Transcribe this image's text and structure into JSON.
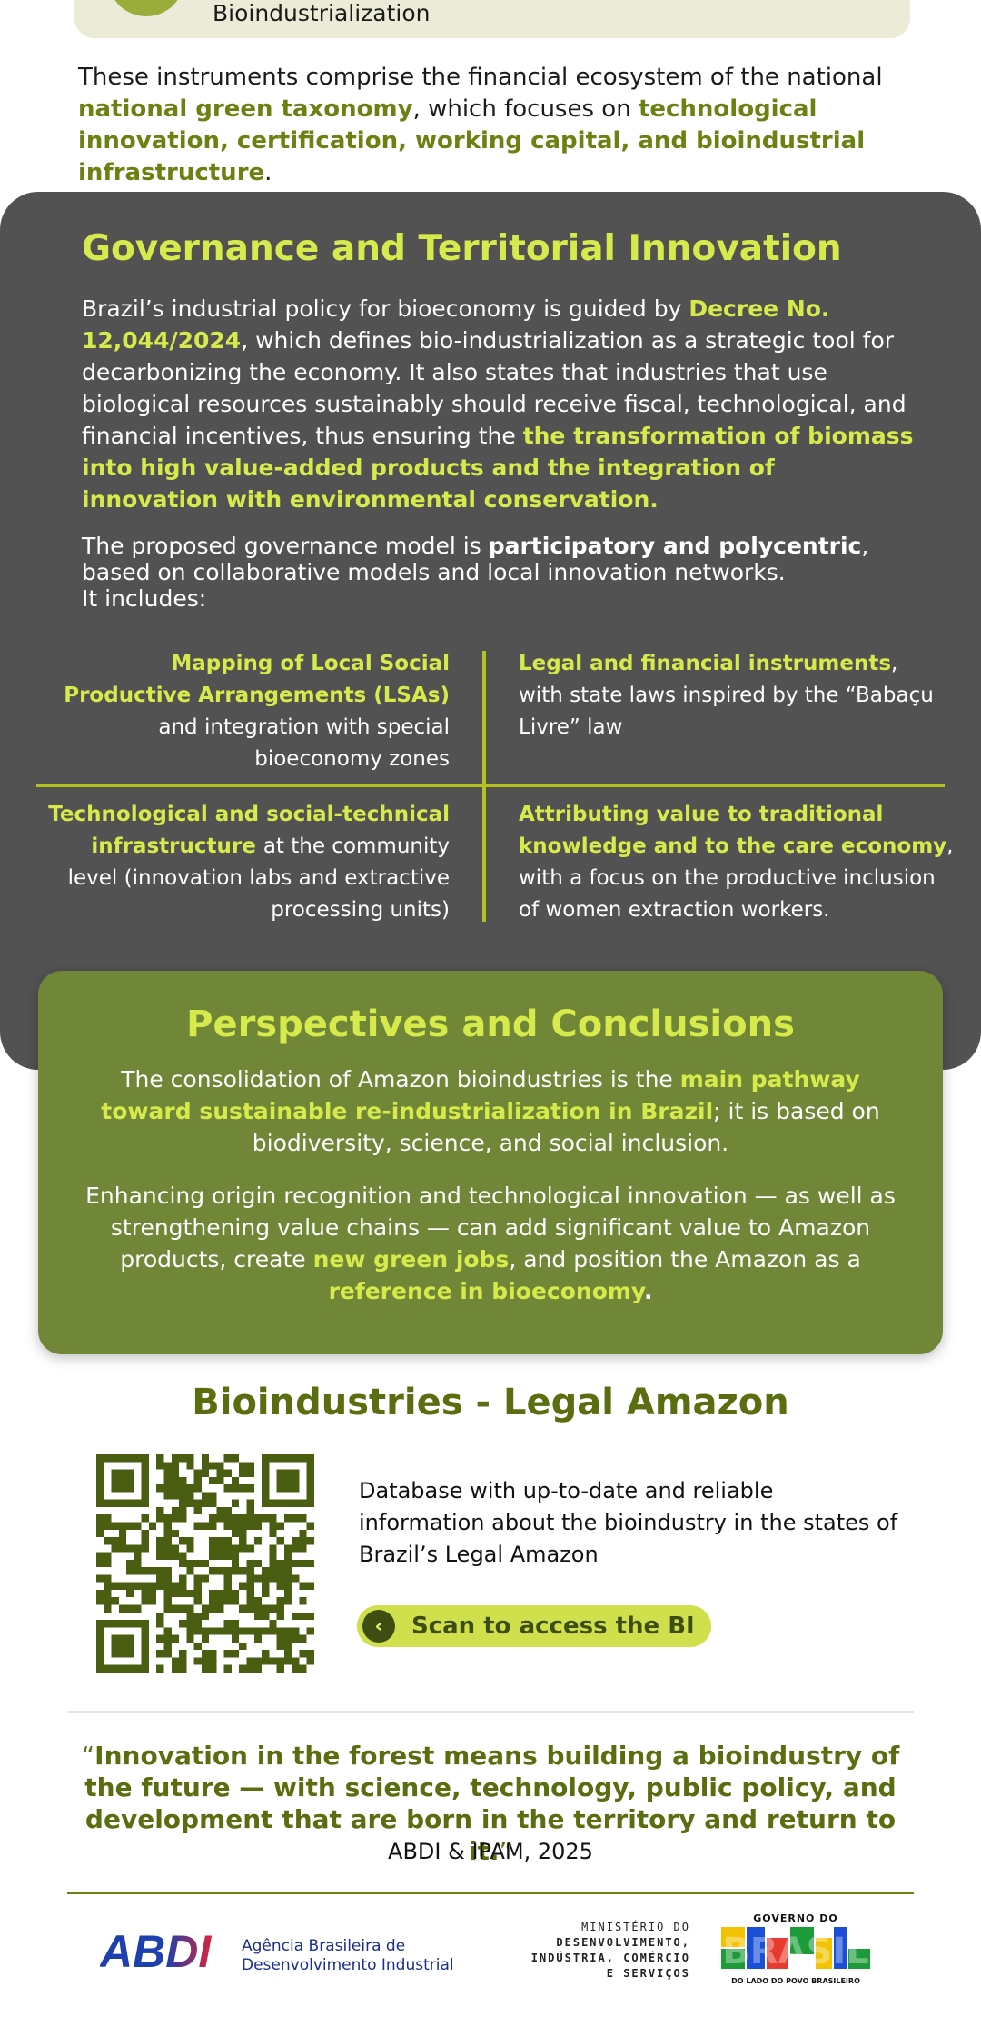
{
  "top": {
    "label": "Bioindustrialization"
  },
  "intro": {
    "t1": "These instruments comprise the financial ecosystem of the national ",
    "h1": "national green taxonomy",
    "t2": ", which focuses on ",
    "h2": "technological innovation, certification, working capital, and bioindustrial infrastructure",
    "t3": "."
  },
  "governance": {
    "title": "Governance and Territorial Innovation",
    "p1_t1": "Brazil’s industrial policy for bioeconomy is guided by ",
    "p1_h1": "Decree No. 12,044/2024",
    "p1_t2": ", which defines bio-industrialization as a strategic tool for decarbonizing the economy. It also states that industries that use biological resources sustainably should receive fiscal, technological, and financial incentives, thus ensuring the ",
    "p1_h2": "the transformation of biomass into high value-added products and the integration of innovation with environmental conservation.",
    "p2_t1": "The proposed governance model is ",
    "p2_b1": "participatory and polycentric",
    "p2_t2": ", based on collaborative models and local innovation networks.",
    "p2_t3": "It includes:",
    "c1_h": "Mapping of Local Social Productive Arrangements (LSAs)",
    "c1_t": " and integration with special bioeconomy zones",
    "c2_h": "Legal and financial instruments",
    "c2_t": ", with state laws inspired by the “Babaçu Livre” law",
    "c3_h": "Technological and social-technical infrastructure ",
    "c3_t": " at the community level (innovation labs and extractive processing units)",
    "c4_h": "Attributing value to traditional knowledge and to the care economy",
    "c4_t": ", with a focus on the productive inclusion of women extraction workers."
  },
  "conclusions": {
    "title": "Perspectives and Conclusions",
    "p1_t1": "The consolidation of Amazon bioindustries is the ",
    "p1_h1": "main pathway toward sustainable re-industrialization in Brazil",
    "p1_t2": "; it is based on biodiversity, science, and social inclusion.",
    "p2_t1": "Enhancing origin recognition and technological innovation — as well as strengthening value chains — can add significant value to Amazon products, create ",
    "p2_h1": "new green jobs",
    "p2_t2": ", and position the Amazon as a ",
    "p2_h2": "reference in bioeconomy",
    "p2_t3": "."
  },
  "bi": {
    "title": "Bioindustries - Legal Amazon",
    "description": "Database with up-to-date and reliable information about the bioindustry in the states of Brazil’s Legal Amazon",
    "button_label": "Scan to access the BI",
    "button_icon": "chevron-left-icon"
  },
  "quote": {
    "open": "“",
    "text": "Innovation in the forest means building a bioindustry of the future — with science, technology, public policy, and development that are born in the territory and return to it.",
    "close": "”",
    "source": "ABDI & IPAM, 2025"
  },
  "footer": {
    "abdi_logo": "ABDI",
    "abdi_line1": "Agência Brasileira de",
    "abdi_line2": "Desenvolvimento Industrial",
    "ministry_l1": "MINISTÉRIO DO",
    "ministry_l2": "DESENVOLVIMENTO,",
    "ministry_l3": "INDÚSTRIA, COMÉRCIO",
    "ministry_l4": "E SERVIÇOS",
    "gov_top": "GOVERNO DO",
    "gov_main": "BRASIL",
    "gov_bottom": "DO LADO DO POVO BRASILEIRO"
  },
  "colors": {
    "dark_panel": "#525252",
    "lime": "#d7ea4b",
    "olive": "#6b8212",
    "green_panel": "#6f8737"
  }
}
